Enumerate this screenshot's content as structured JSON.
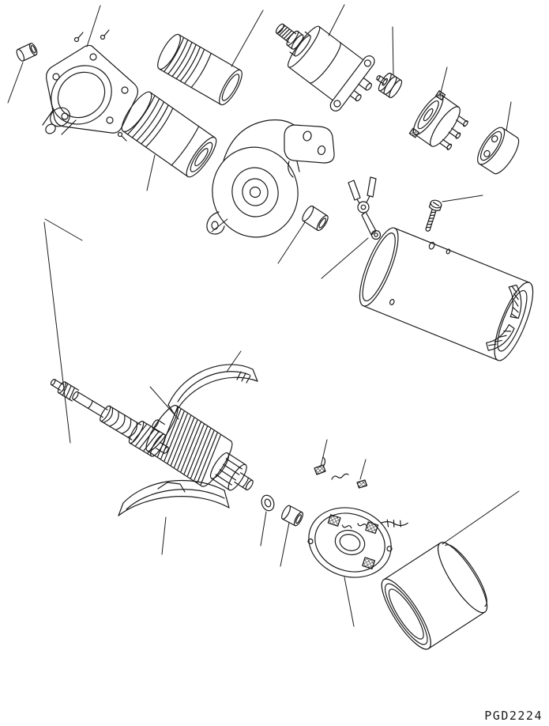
{
  "drawing": {
    "code": "PGD2224",
    "kind": "exploded-parts-diagram",
    "subject": "starter-motor-assembly",
    "ink_color": "#1b1b1b",
    "background_color": "#ffffff"
  },
  "parts": [
    "pilot-bushing",
    "front-bracket",
    "collar-sleeve",
    "clutch-cylinder",
    "gear-housing",
    "lever-bushing",
    "shift-lever",
    "magnetic-switch",
    "grooved-washer",
    "contact-plate",
    "end-cap",
    "yoke-screw",
    "yoke",
    "pinion-shaft",
    "armature",
    "upper-dust-cover",
    "lower-dust-cover",
    "thrust-washer",
    "end-bushing",
    "brush",
    "brush-spring",
    "brush-holder",
    "rear-cover"
  ]
}
